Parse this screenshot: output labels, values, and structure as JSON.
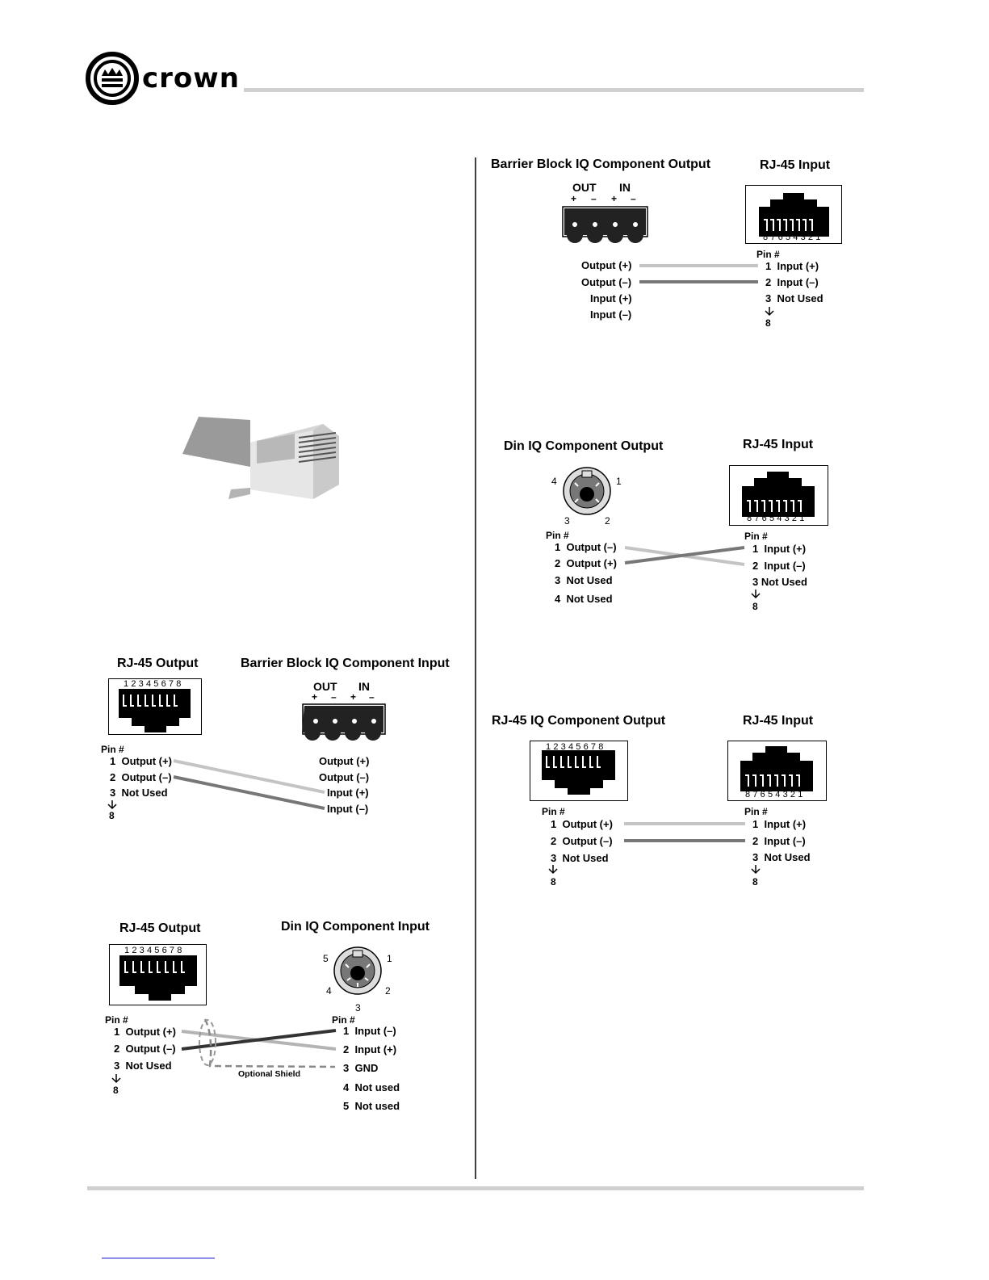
{
  "header": {
    "brand_name": "crown"
  },
  "diagrams": {
    "barrier_out_to_rj45": {
      "title_left": "Barrier Block IQ Component Output",
      "title_right": "RJ-45 Input",
      "block_out": "OUT",
      "block_in": "IN",
      "rj_numbers": "87654321",
      "pin_header": "Pin #",
      "left_labels": [
        "Output (+)",
        "Output (–)",
        "Input (+)",
        "Input (–)"
      ],
      "right_labels": [
        "1  Input (+)",
        "2  Input (–)",
        "3  Not Used"
      ],
      "arrow_end": "8"
    },
    "din_out_to_rj45": {
      "title_left": "Din IQ Component Output",
      "title_right": "RJ-45 Input",
      "din_pins": [
        "4",
        "1",
        "3",
        "2"
      ],
      "rj_numbers": "87654321",
      "pin_header": "Pin #",
      "left_labels": [
        "1  Output (–)",
        "2  Output (+)",
        "3  Not Used",
        "4  Not Used"
      ],
      "right_labels": [
        "1  Input (+)",
        "2  Input (–)",
        "3 Not Used"
      ],
      "arrow_end": "8"
    },
    "rj45_out_to_rj45": {
      "title_left": "RJ-45 IQ Component Output",
      "title_right": "RJ-45 Input",
      "rj_numbers_left": "12345678",
      "rj_numbers_right": "87654321",
      "pin_header": "Pin #",
      "left_labels": [
        "1  Output (+)",
        "2  Output (–)",
        "3  Not Used"
      ],
      "right_labels": [
        "1  Input (+)",
        "2  Input (–)",
        "3  Not Used"
      ],
      "arrow_end": "8"
    },
    "rj45_out_to_barrier": {
      "title_left": "RJ-45 Output",
      "title_right": "Barrier Block IQ Component Input",
      "block_out": "OUT",
      "block_in": "IN",
      "rj_numbers": "12345678",
      "pin_header": "Pin #",
      "left_labels": [
        "1  Output (+)",
        "2  Output (–)",
        "3  Not Used"
      ],
      "right_labels": [
        "Output (+)",
        "Output (–)",
        "Input (+)",
        "Input (–)"
      ],
      "arrow_end": "8"
    },
    "rj45_out_to_din": {
      "title_left": "RJ-45 Output",
      "title_right": "Din IQ Component Input",
      "din_pins": [
        "5",
        "1",
        "4",
        "2",
        "3"
      ],
      "rj_numbers": "12345678",
      "pin_header_left": "Pin #",
      "pin_header_right": "Pin #",
      "left_labels": [
        "1  Output (+)",
        "2  Output (–)",
        "3  Not Used"
      ],
      "right_labels": [
        "1  Input (–)",
        "2  Input (+)",
        "3  GND",
        "4  Not used",
        "5  Not used"
      ],
      "shield_label": "Optional Shield",
      "arrow_end": "8"
    }
  },
  "colors": {
    "wire_light": "#c4c4c4",
    "wire_dark": "#777777",
    "wire_black": "#333333",
    "rule_gray": "#d0d0d0",
    "footer_link": "#2222cc"
  }
}
